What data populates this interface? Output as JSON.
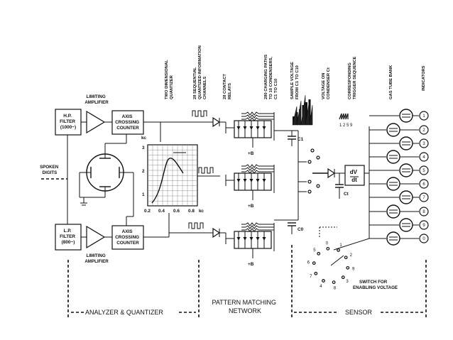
{
  "labels": {
    "limiting_amp_top": [
      "LIMITING",
      "AMPLIFIER"
    ],
    "limiting_amp_bottom": [
      "LIMITING",
      "AMPLIFIER"
    ],
    "hp_filter": [
      "H.P.",
      "FILTER",
      "(1000~)"
    ],
    "lp_filter": [
      "L.P.",
      "FILTER",
      "(800~)"
    ],
    "axis_counter_top": [
      "AXIS",
      "CROSSING",
      "COUNTER"
    ],
    "axis_counter_bottom": [
      "AXIS",
      "CROSSING",
      "COUNTER"
    ],
    "spoken_digits": [
      "SPOKEN",
      "DIGITS"
    ],
    "kc_vertical": "kc",
    "kc_horizontal": "kc",
    "y_ticks": [
      "3",
      "2",
      "1"
    ],
    "x_ticks": [
      "0.2",
      "0.4",
      "0.6",
      "0.8"
    ],
    "plus_b": [
      "+B",
      "+B",
      "+B"
    ],
    "c1": "C1",
    "c0": "C0",
    "ct": "Ct",
    "dvdt": [
      "dV",
      "dt"
    ],
    "trigger_seq": "1 2 5 9",
    "indicators": [
      "1",
      "2",
      "3",
      "4",
      "5",
      "6",
      "7",
      "8",
      "9",
      "0"
    ],
    "switch_digits": [
      "0",
      "1",
      "2",
      "9",
      "3",
      "8",
      "4",
      "7",
      "6",
      "5"
    ],
    "switch_label": [
      "SWITCH FOR",
      "ENABLING VOLTAGE"
    ]
  },
  "column_headers": [
    [
      "TWO DIMENSIONAL",
      "QUANTIZER"
    ],
    [
      "28 SEQUENTIAL",
      "QUANTIZED INFORMATION",
      "CHANNELS"
    ],
    [
      "28 CONTACT",
      "RELAYS"
    ],
    [
      "280 CHARGING PATHS",
      "TO 10 CONDENSERS,",
      "C1 TO C10"
    ],
    [
      "SAMPLE VOLTAGE",
      "FROM C1 TO C10"
    ],
    [
      "VOLTAGE ON",
      "CONDENSER Ct"
    ],
    [
      "CORRESPONDING",
      "TRIGGER SEQUENCE"
    ],
    [
      "GAS TUBE BANK"
    ],
    [
      "INDICATORS"
    ]
  ],
  "sections": {
    "analyzer": "ANALYZER & QUANTIZER",
    "pattern": [
      "PATTERN MATCHING",
      "NETWORK"
    ],
    "sensor": "SENSOR"
  }
}
